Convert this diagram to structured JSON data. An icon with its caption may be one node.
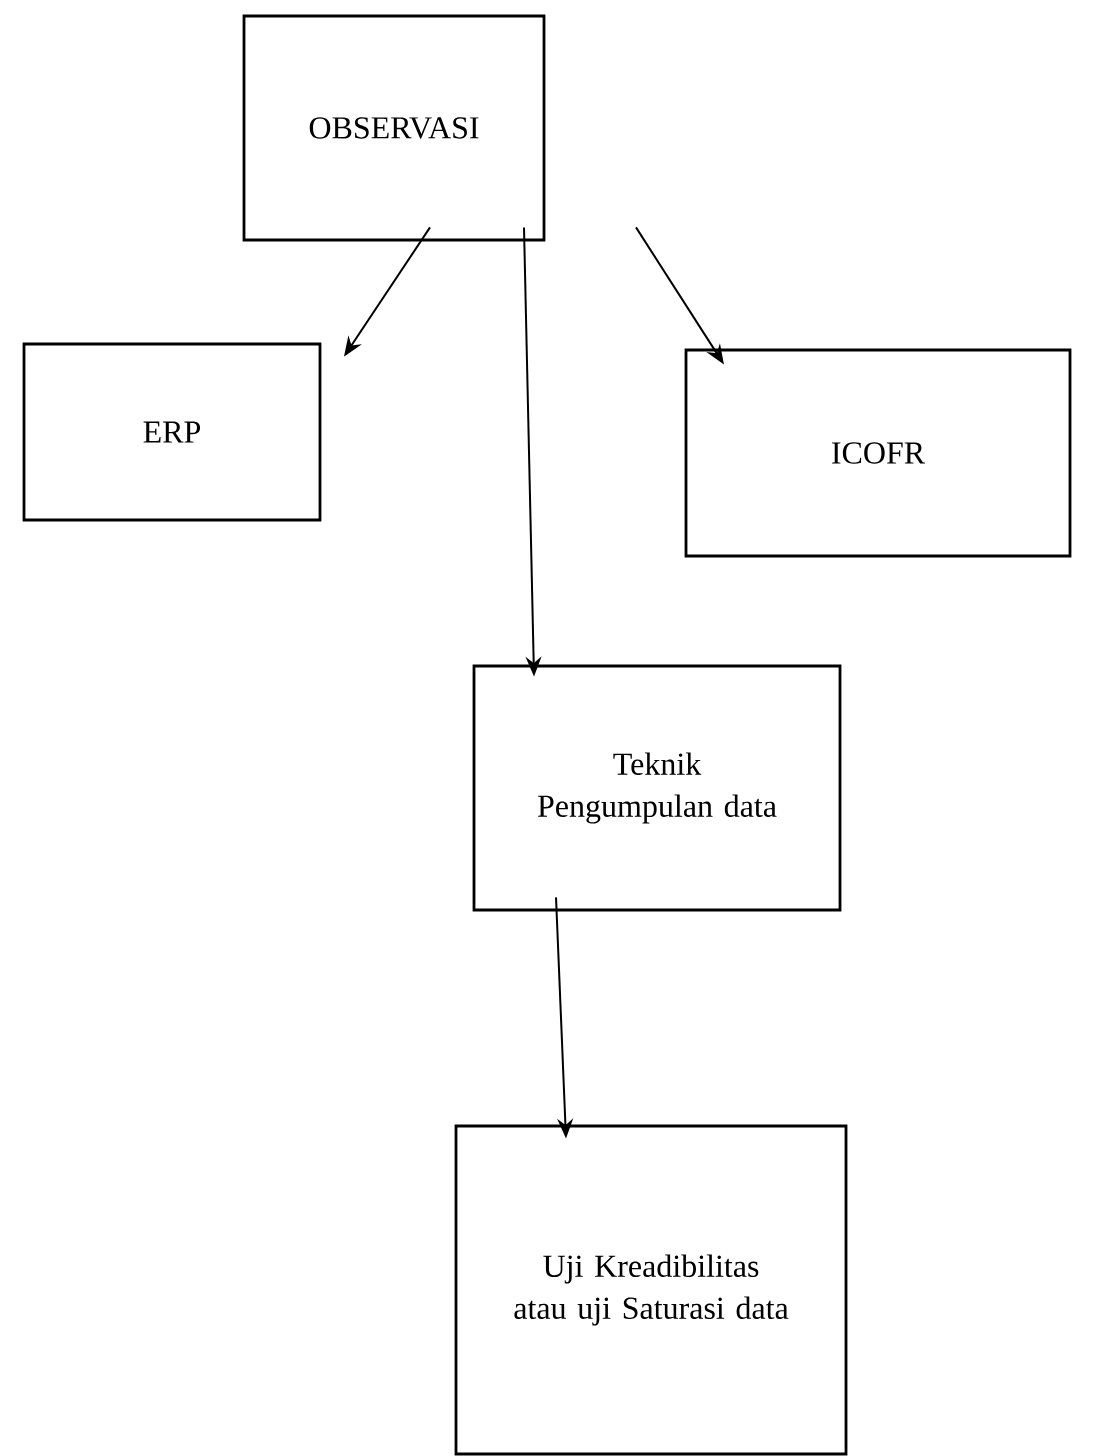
{
  "diagram": {
    "nodes": [
      {
        "text": [
          "OBSERVASI"
        ]
      },
      {
        "text": [
          "ERP"
        ]
      },
      {
        "text": [
          "ICOFR"
        ]
      },
      {
        "text": [
          "Teknik Pengumpulan data"
        ]
      },
      {
        "text": [
          "Uji Kreadibilitas atau uji Saturasi data"
        ]
      }
    ],
    "edges": [
      {
        "from": 0,
        "to": 1,
        "arrow": "to"
      },
      {
        "from": 0,
        "to": 2,
        "arrow": "to"
      },
      {
        "from": 0,
        "to": 3,
        "arrow": "to"
      },
      {
        "from": 3,
        "to": 4,
        "arrow": "to"
      }
    ]
  }
}
